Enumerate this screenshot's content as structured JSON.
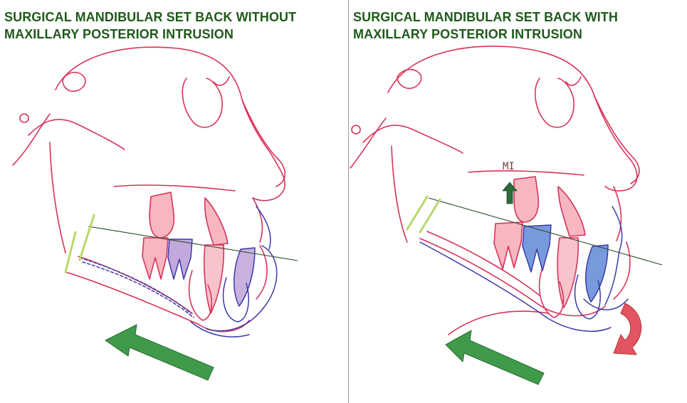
{
  "panels": [
    {
      "title_line1": "SURGICAL MANDIBULAR SET BACK WITHOUT",
      "title_line2": "MAXILLARY POSTERIOR  INTRUSION"
    },
    {
      "title_line1": "SURGICAL MANDIBULAR SET BACK WITH",
      "title_line2": "MAXILLARY POSTERIOR INTRUSION",
      "label_mi": "MI"
    }
  ],
  "colors": {
    "title": "#1f5a1a",
    "outline_red": "#d8335a",
    "outline_blue": "#3b3ba8",
    "tooth_red": "#f07a8c",
    "tooth_purple": "#9a6fc4",
    "tooth_blue": "#4a78d0",
    "arrow_green": "#3f9a4a",
    "arrow_dark_green": "#2f6a3a",
    "arrow_red": "#e25560",
    "ruler_green": "#b8d86a",
    "line_dark": "#2a4a2a"
  }
}
